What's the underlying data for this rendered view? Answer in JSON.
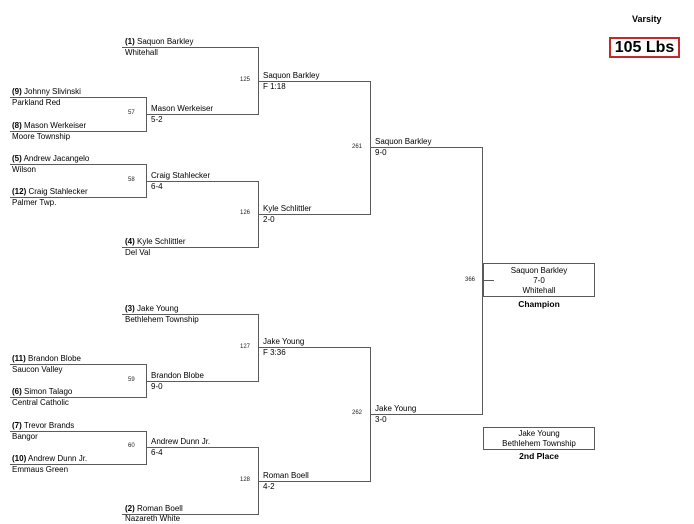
{
  "header": {
    "division": "Varsity",
    "weight": "105 Lbs"
  },
  "round1": [
    {
      "seed": "(9)",
      "name": "Johnny Slivinski",
      "team": "Parkland Red"
    },
    {
      "seed": "(8)",
      "name": "Mason Werkeiser",
      "team": "Moore Township"
    },
    {
      "seed": "(5)",
      "name": "Andrew Jacangelo",
      "team": "Wilson"
    },
    {
      "seed": "(12)",
      "name": "Craig Stahlecker",
      "team": "Palmer Twp."
    },
    {
      "seed": "(11)",
      "name": "Brandon Blobe",
      "team": "Saucon Valley"
    },
    {
      "seed": "(6)",
      "name": "Simon Talago",
      "team": "Central Catholic"
    },
    {
      "seed": "(7)",
      "name": "Trevor Brands",
      "team": "Bangor"
    },
    {
      "seed": "(10)",
      "name": "Andrew Dunn Jr.",
      "team": "Emmaus Green"
    }
  ],
  "round2": [
    {
      "seed": "(1)",
      "name": "Saquon Barkley",
      "team": "Whitehall"
    },
    {
      "name": "Mason Werkeiser",
      "result": "5-2"
    },
    {
      "name": "Craig Stahlecker",
      "result": "6-4"
    },
    {
      "seed": "(4)",
      "name": "Kyle Schlittler",
      "team": "Del Val"
    },
    {
      "seed": "(3)",
      "name": "Jake Young",
      "team": "Bethlehem Township"
    },
    {
      "name": "Brandon Blobe",
      "result": "9-0"
    },
    {
      "name": "Andrew Dunn Jr.",
      "result": "6-4"
    },
    {
      "seed": "(2)",
      "name": "Roman Boell",
      "team": "Nazareth White"
    }
  ],
  "round3": [
    {
      "name": "Saquon Barkley",
      "result": "F 1:18"
    },
    {
      "name": "Kyle Schlittler",
      "result": "2-0"
    },
    {
      "name": "Jake Young",
      "result": "F 3:36"
    },
    {
      "name": "Roman Boell",
      "result": "4-2"
    }
  ],
  "semis": [
    {
      "name": "Saquon Barkley",
      "result": "9-0"
    },
    {
      "name": "Jake Young",
      "result": "3-0"
    }
  ],
  "bouts": {
    "b57": "57",
    "b58": "58",
    "b59": "59",
    "b60": "60",
    "b125": "125",
    "b126": "126",
    "b127": "127",
    "b128": "128",
    "b261": "261",
    "b262": "262",
    "b366": "366"
  },
  "champion": {
    "name": "Saquon Barkley",
    "record": "7-0",
    "team": "Whitehall",
    "label": "Champion"
  },
  "second": {
    "name": "Jake Young",
    "team": "Bethlehem Township",
    "label": "2nd Place"
  }
}
